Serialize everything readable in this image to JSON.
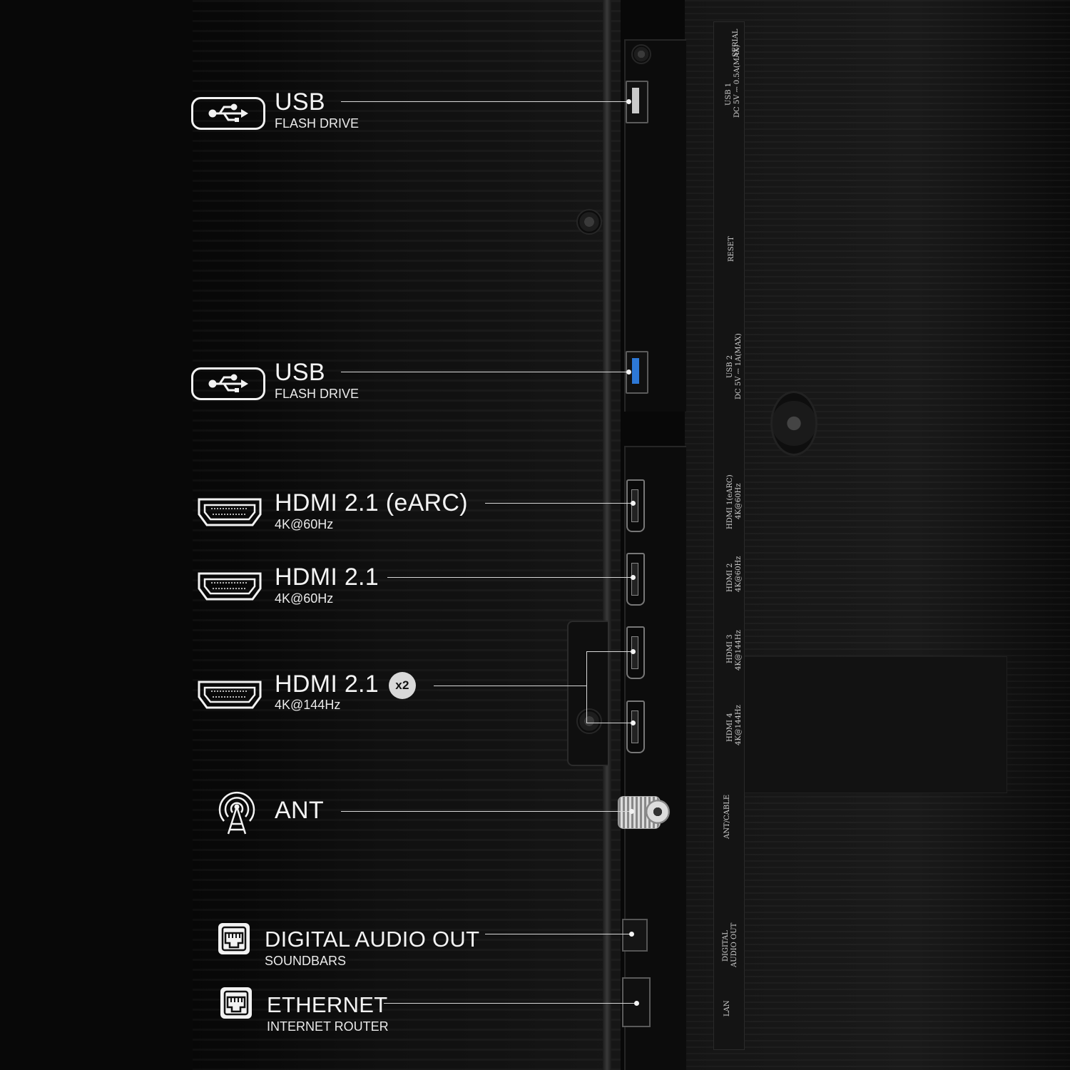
{
  "callouts": {
    "usb1": {
      "title": "USB",
      "sub": "FLASH DRIVE",
      "icon": "usb-icon"
    },
    "usb2": {
      "title": "USB",
      "sub": "FLASH DRIVE",
      "icon": "usb-icon"
    },
    "hdmi1": {
      "title": "HDMI 2.1 (eARC)",
      "sub": "4K@60Hz",
      "icon": "hdmi-icon"
    },
    "hdmi2": {
      "title": "HDMI 2.1",
      "sub": "4K@60Hz",
      "icon": "hdmi-icon"
    },
    "hdmi34": {
      "title": "HDMI 2.1",
      "badge": "x2",
      "sub": "4K@144Hz",
      "icon": "hdmi-icon"
    },
    "ant": {
      "title": "ANT",
      "icon": "antenna-icon"
    },
    "audio": {
      "title": "DIGITAL AUDIO OUT",
      "sub": "SOUNDBARS",
      "icon": "optical-audio-icon"
    },
    "ethernet": {
      "title": "ETHERNET",
      "sub": "INTERNET ROUTER",
      "icon": "ethernet-icon"
    }
  },
  "panel_labels": {
    "serial": "SERIAL",
    "usb1": "USB 1",
    "usb1_power": "DC 5V ⎓ 0.5A(MAX)",
    "reset": "RESET",
    "usb2": "USB 2",
    "usb2_power": "DC 5V ⎓ 1A(MAX)",
    "hdmi1": "HDMI 1(eARC)",
    "hdmi1_rate": "4K@60Hz",
    "hdmi2": "HDMI 2",
    "hdmi2_rate": "4K@60Hz",
    "hdmi3": "HDMI 3",
    "hdmi3_rate": "4K@144Hz",
    "hdmi4": "HDMI 4",
    "hdmi4_rate": "4K@144Hz",
    "ant": "ANT/CABLE",
    "audio": "DIGITAL",
    "audio2": "AUDIO OUT",
    "lan": "LAN"
  },
  "colors": {
    "background": "#080808",
    "text": "#f4f4f4",
    "line": "#d8d8d8",
    "usb3_blue": "#2d78d6",
    "badge": "#d9d9d9"
  }
}
